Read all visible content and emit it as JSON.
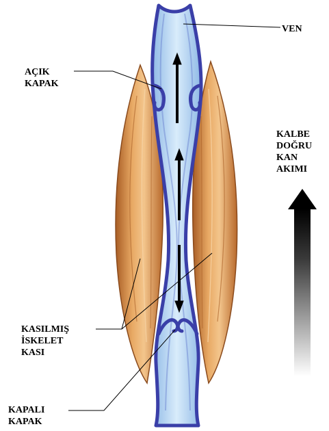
{
  "labels": {
    "vein": "VEN",
    "open_valve": [
      "AÇIK",
      "KAPAK"
    ],
    "flow": [
      "KALBE",
      "DOĞRU",
      "KAN",
      "AKIMI"
    ],
    "muscle": [
      "KASILMIŞ",
      "İSKELET",
      "KASI"
    ],
    "closed_valve": [
      "KAPALI",
      "KAPAK"
    ]
  },
  "colors": {
    "vein_outline": "#3a3fa8",
    "vein_fill": "#a9cdef",
    "vein_fill_light": "#d6e9fa",
    "muscle": "#c8803e",
    "muscle_light": "#f0bf82",
    "arrow": "#000000"
  }
}
